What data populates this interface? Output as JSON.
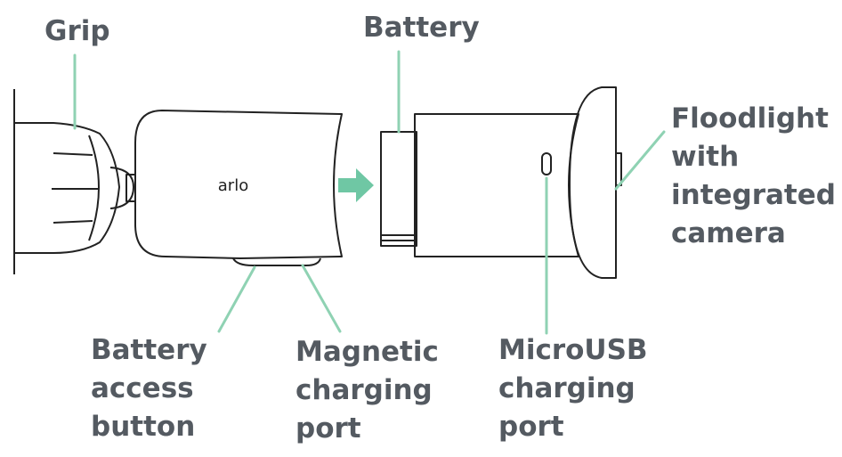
{
  "labels": {
    "grip": "Grip",
    "battery": "Battery",
    "floodlight": [
      "Floodlight",
      "with",
      "integrated",
      "camera"
    ],
    "battery_access": [
      "Battery",
      "access",
      "button"
    ],
    "magnetic": [
      "Magnetic",
      "charging",
      "port"
    ],
    "microusb": [
      "MicroUSB",
      "charging",
      "port"
    ]
  },
  "brand_logo": "arlo",
  "colors": {
    "leader": "#8fd2b3",
    "arrow": "#6fc7a4",
    "outline": "#222222",
    "text": "#545a61"
  }
}
